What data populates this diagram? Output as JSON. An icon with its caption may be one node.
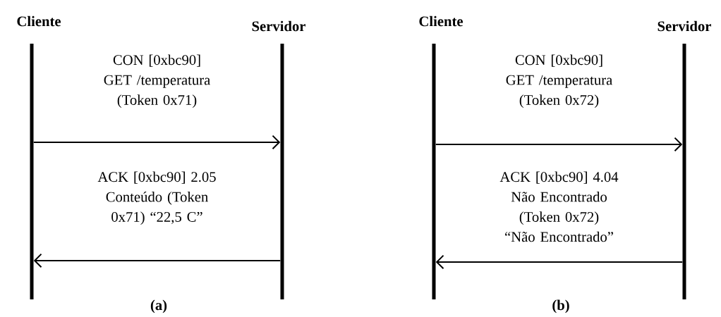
{
  "diagram": {
    "nodes": [
      {
        "text": [
          "Cliente"
        ]
      },
      {
        "text": [
          "Servidor"
        ]
      },
      {
        "text": [
          "Cliente"
        ]
      },
      {
        "text": [
          "Servidor"
        ]
      }
    ],
    "edges": [
      {
        "from": 0,
        "to": 1,
        "arrow": "to",
        "label": "CON [0xbc90] GET /temperatura (Token 0x71)"
      },
      {
        "from": 1,
        "to": 0,
        "arrow": "to",
        "label": "ACK [0xbc90] 2.05 Conteúdo (Token 0x71) “22,5 C”"
      },
      {
        "from": 2,
        "to": 3,
        "arrow": "to",
        "label": "CON [0xbc90] GET /temperatura (Token 0x72)"
      },
      {
        "from": 3,
        "to": 2,
        "arrow": "to",
        "label": "ACK [0xbc90] 4.04 Não Encontrado (Token 0x72) “Não Encontrado”"
      }
    ],
    "labels": [
      "(a)",
      "(b)"
    ]
  }
}
